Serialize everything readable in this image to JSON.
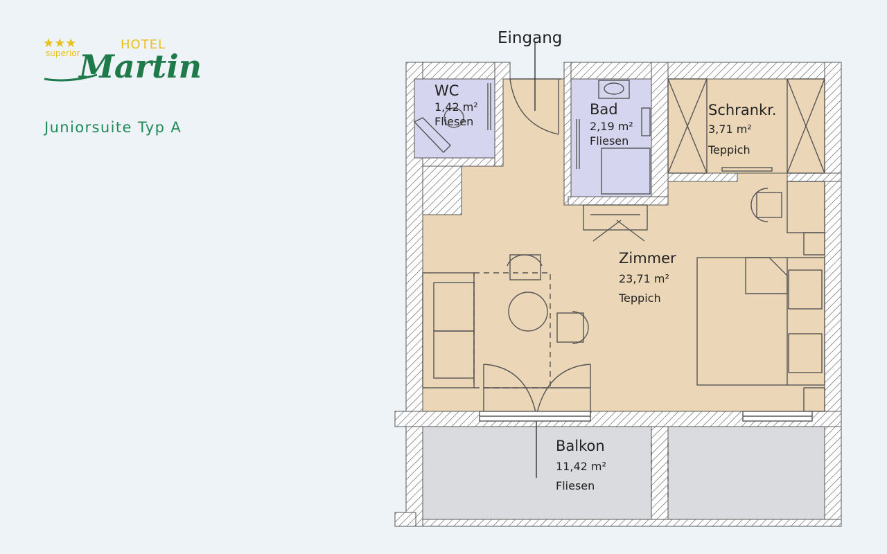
{
  "brand": {
    "stars": "★★★",
    "superior": "superior",
    "hotel": "HOTEL",
    "name": "Martin",
    "accent_color": "#1f7a4a",
    "gold_color": "#e8c21a"
  },
  "subtitle": "Juniorsuite Typ A",
  "entrance_label": "Eingang",
  "rooms": {
    "wc": {
      "name": "WC",
      "area": "1,42 m²",
      "floor": "Fliesen"
    },
    "bad": {
      "name": "Bad",
      "area": "2,19 m²",
      "floor": "Fliesen"
    },
    "schrank": {
      "name": "Schrankr.",
      "area": "3,71 m²",
      "floor": "Teppich"
    },
    "zimmer": {
      "name": "Zimmer",
      "area": "23,71 m²",
      "floor": "Teppich"
    },
    "balkon": {
      "name": "Balkon",
      "area": "11,42 m²",
      "floor": "Fliesen"
    }
  },
  "colors": {
    "room_fill": "#ecd6b8",
    "wet_fill": "#d6d5ef",
    "balcony_fill": "#d9dbde",
    "wall_fill": "#ffffff",
    "line": "#555555"
  }
}
